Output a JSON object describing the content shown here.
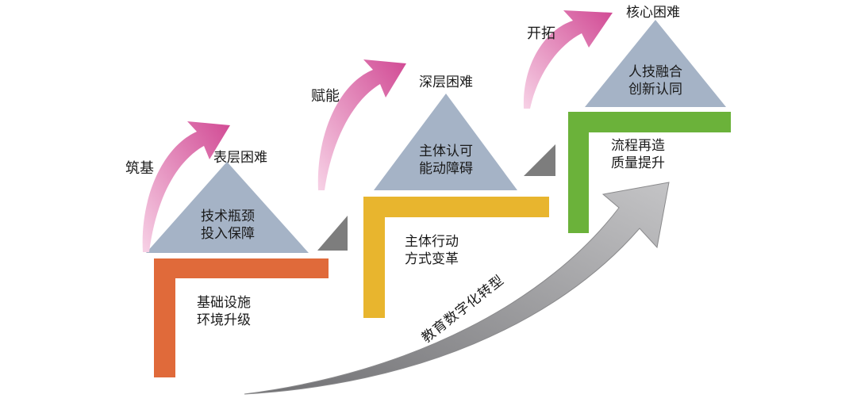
{
  "stages": [
    {
      "verb": "筑基",
      "difficulty": "表层困难",
      "triangle": [
        "技术瓶颈",
        "投入保障"
      ],
      "step": [
        "基础设施",
        "环境升级"
      ],
      "color": "#e06a3a"
    },
    {
      "verb": "赋能",
      "difficulty": "深层困难",
      "triangle": [
        "主体认可",
        "能动障碍"
      ],
      "step": [
        "主体行动",
        "方式变革"
      ],
      "color": "#e8b52e"
    },
    {
      "verb": "开拓",
      "difficulty": "核心困难",
      "triangle": [
        "人技融合",
        "创新认同"
      ],
      "step": [
        "流程再造",
        "质量提升"
      ],
      "color": "#6bb23a"
    }
  ],
  "main_arrow_label": "教育数字化转型",
  "colors": {
    "triangle": "#a5b3c6",
    "curved_arrow": "#d14a94",
    "main_arrow": "#a9a9ab",
    "connector": "#7d7d7d"
  }
}
